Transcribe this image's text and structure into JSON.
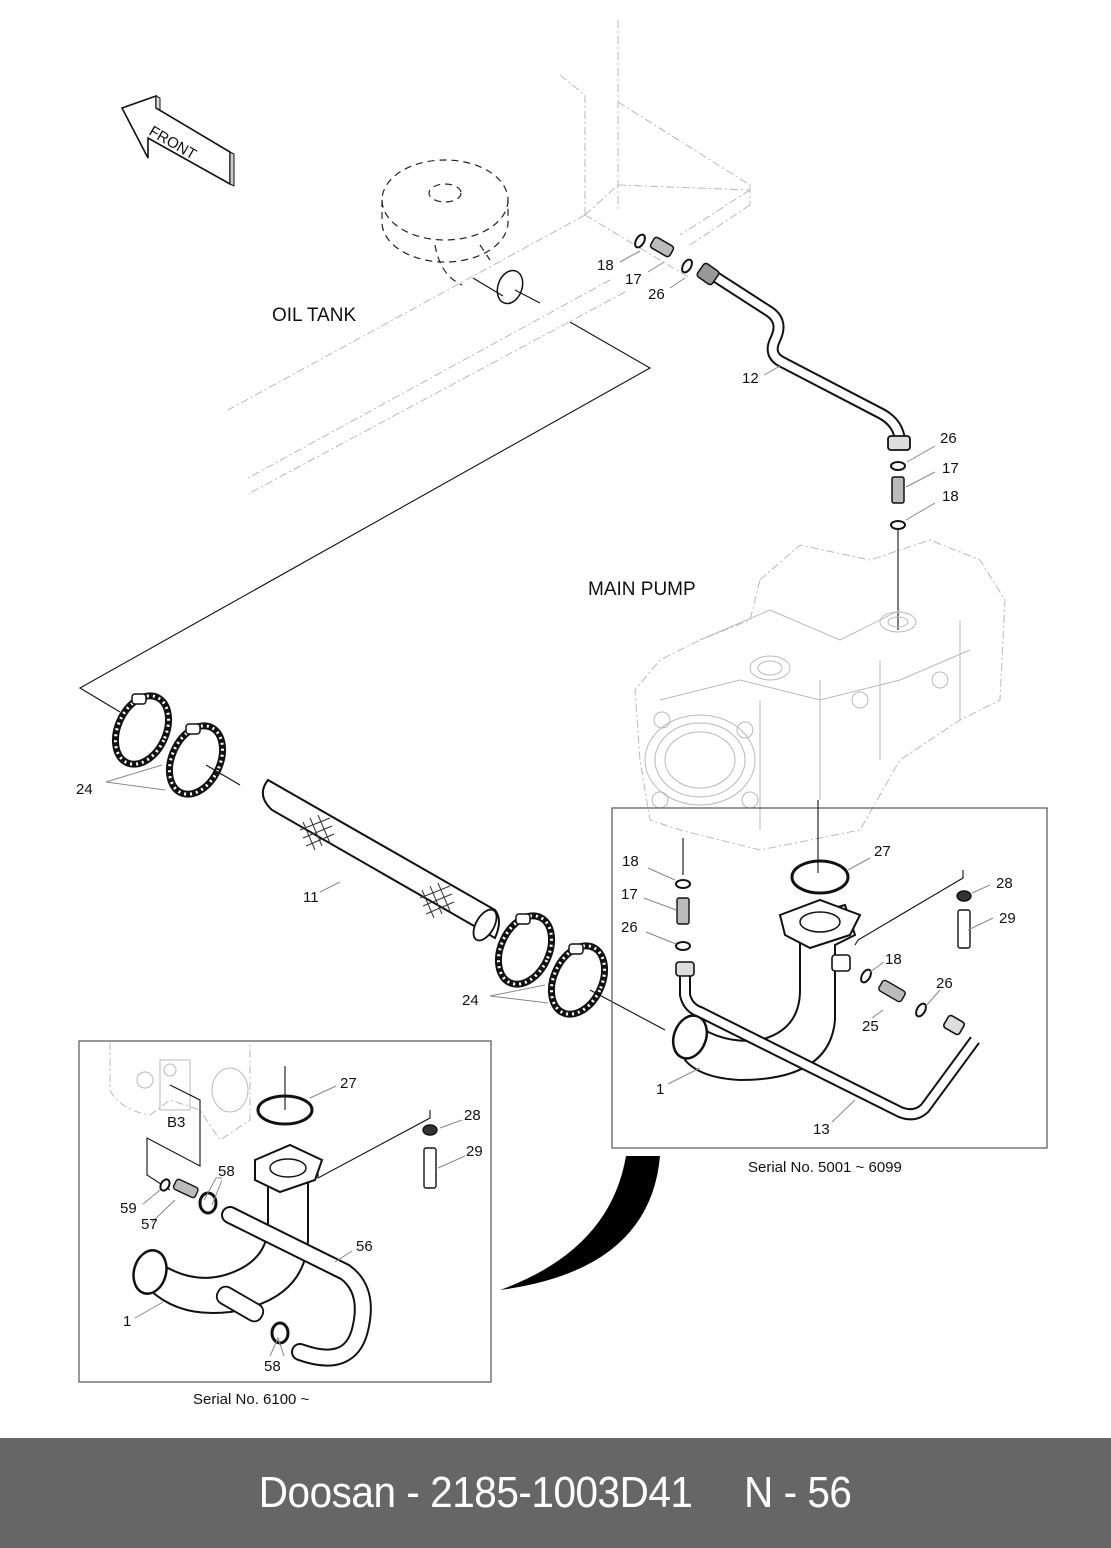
{
  "diagram": {
    "front_arrow_label": "FRONT",
    "oil_tank_label": "OIL TANK",
    "main_pump_label": "MAIN PUMP",
    "main_parts": {
      "p18a": "18",
      "p17a": "17",
      "p26a": "26",
      "p12": "12",
      "p26b": "26",
      "p17b": "17",
      "p18b": "18",
      "p24a": "24",
      "p11": "11",
      "p24b": "24"
    },
    "inset_a": {
      "serial": "Serial No. 5001 ~ 6099",
      "labels": {
        "p18": "18",
        "p17": "17",
        "p26": "26",
        "p27": "27",
        "p28": "28",
        "p29": "29",
        "p18b": "18",
        "p26b": "26",
        "p25": "25",
        "p1": "1",
        "p13": "13"
      }
    },
    "inset_b": {
      "serial": "Serial No. 6100 ~",
      "port_label": "B3",
      "labels": {
        "p27": "27",
        "p28": "28",
        "p29": "29",
        "p58a": "58",
        "p59": "59",
        "p57": "57",
        "p56": "56",
        "p1": "1",
        "p58b": "58"
      }
    }
  },
  "footer": {
    "brand": "Doosan",
    "separator": "-",
    "part_number": "2185-1003D41",
    "page_ref": "N - 56"
  }
}
